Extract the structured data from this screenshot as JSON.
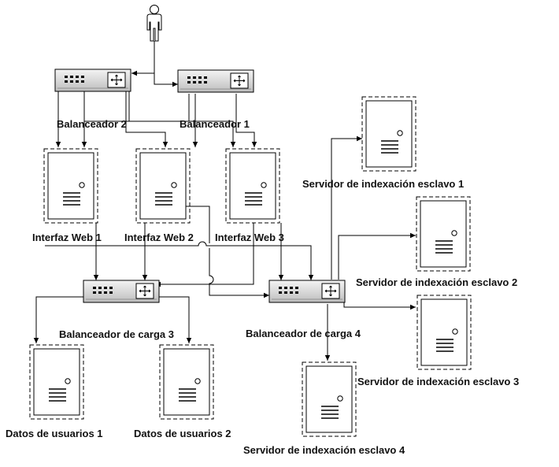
{
  "labels": {
    "lb1": "Balanceador 1",
    "lb2": "Balanceador 2",
    "lb3": "Balanceador de carga 3",
    "lb4": "Balanceador de carga 4",
    "web1": "Interfaz Web 1",
    "web2": "Interfaz Web 2",
    "web3": "Interfaz Web 3",
    "slave1": "Servidor de indexación esclavo 1",
    "slave2": "Servidor de indexación esclavo 2",
    "slave3": "Servidor de indexación esclavo 3",
    "slave4": "Servidor de indexación esclavo 4",
    "users1": "Datos de usuarios 1",
    "users2": "Datos de usuarios 2"
  },
  "icons": {
    "user": "user-icon",
    "balancer": "load-balancer-icon",
    "server": "server-icon"
  },
  "colors": {
    "stroke": "#000000",
    "balancer_top": "#f2f2f2",
    "balancer_bottom": "#bfbfbf",
    "server_fill": "#ffffff"
  }
}
